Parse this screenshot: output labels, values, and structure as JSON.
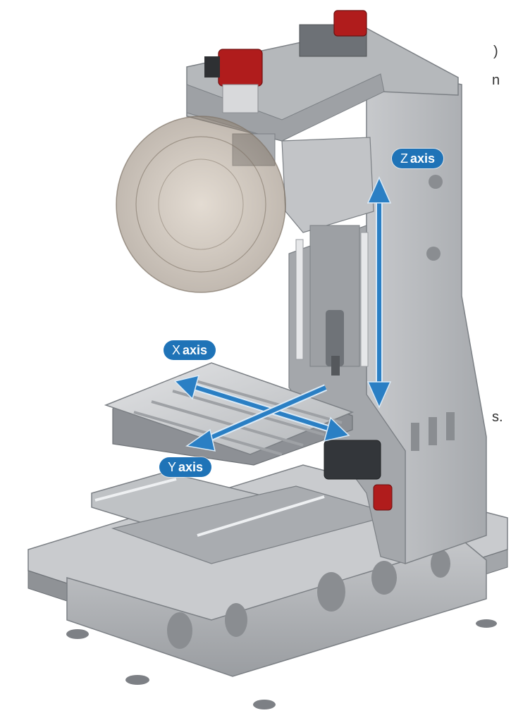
{
  "fragments": [
    ")",
    "n",
    "s."
  ],
  "axes": {
    "z": {
      "letter": "Z",
      "word": "axis"
    },
    "x": {
      "letter": "X",
      "word": "axis"
    },
    "y": {
      "letter": "Y",
      "word": "axis"
    }
  },
  "colors": {
    "badge": "#1f73b7",
    "arrow": "#2a7fc4",
    "arrow_edge": "#dbeaf6",
    "metal": "#b9bcc0",
    "metal_dark": "#8e9297",
    "metal_light": "#d9dbde",
    "motor_red": "#b01c1c"
  }
}
